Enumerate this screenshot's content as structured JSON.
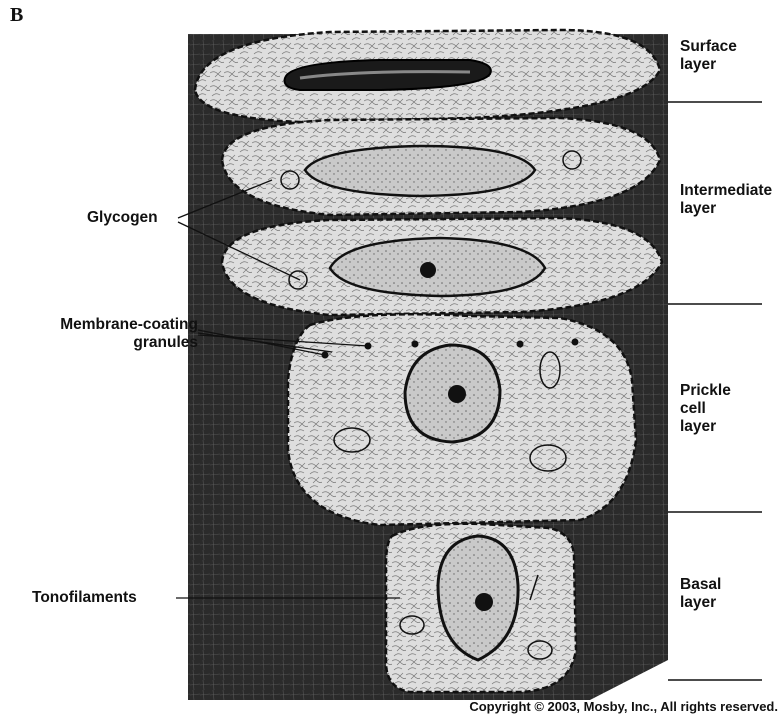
{
  "figure": {
    "panel_label": "B",
    "copyright": "Copyright © 2003, Mosby, Inc., All rights reserved."
  },
  "layers": [
    {
      "id": "surface",
      "line1": "Surface",
      "line2": "layer",
      "line3": ""
    },
    {
      "id": "intermediate",
      "line1": "Intermediate",
      "line2": "layer",
      "line3": ""
    },
    {
      "id": "prickle",
      "line1": "Prickle",
      "line2": "cell",
      "line3": "layer"
    },
    {
      "id": "basal",
      "line1": "Basal",
      "line2": "layer",
      "line3": ""
    }
  ],
  "callouts": {
    "glycogen": "Glycogen",
    "membrane_line1": "Membrane-coating",
    "membrane_line2": "granules",
    "tonofilaments": "Tonofilaments"
  },
  "colors": {
    "ink": "#111111",
    "cell_fill": "#dcdcdc",
    "dark_bg": "#2a2a2a",
    "nucleus": "#bdbdbd"
  }
}
